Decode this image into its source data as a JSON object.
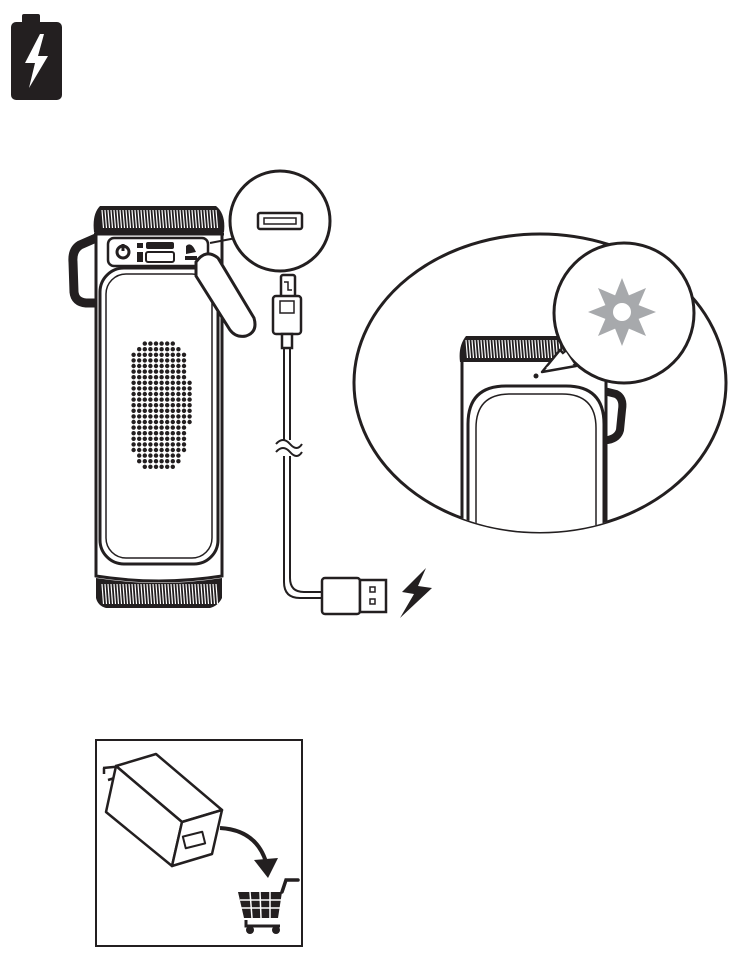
{
  "colors": {
    "ink": "#231f20",
    "paper": "#ffffff",
    "led_gray": "#a7a9ac",
    "led_circle_bg": "#ffffff"
  },
  "icons": {
    "battery": "battery-charging-icon",
    "lightning": "lightning-bolt-icon",
    "led_glow": "led-glow-icon",
    "cart": "shopping-cart-icon",
    "arrow": "curved-arrow-icon"
  },
  "figure": {
    "steps": [
      "charging-symbol",
      "speaker-with-usb-cable",
      "charging-indicator-zoom",
      "wall-adapter-sold-separately"
    ]
  }
}
